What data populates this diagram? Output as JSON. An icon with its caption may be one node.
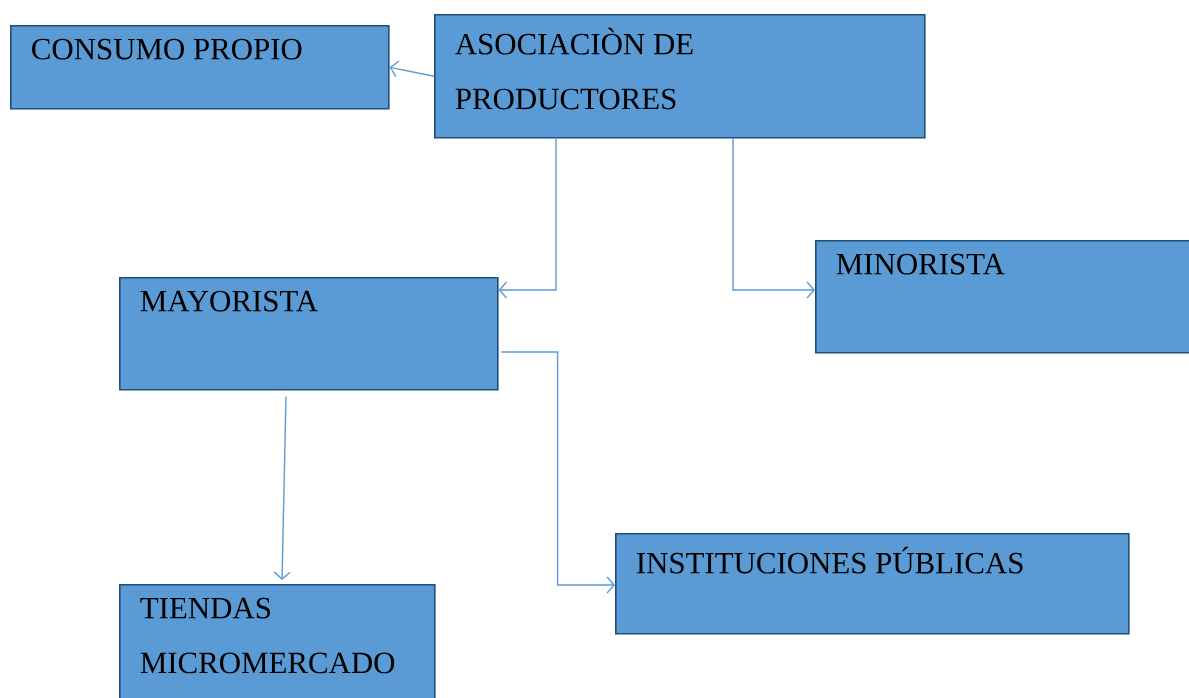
{
  "diagram": {
    "nodes": [
      {
        "text": [
          "ASOCIACIÒN DE PRODUCTORES"
        ]
      },
      {
        "text": [
          "CONSUMO PROPIO"
        ]
      },
      {
        "text": [
          "MAYORISTA"
        ]
      },
      {
        "text": [
          "MINORISTA"
        ]
      },
      {
        "text": [
          "INSTITUCIONES PÚBLICAS"
        ]
      },
      {
        "text": [
          "TIENDAS MICROMERCADO"
        ]
      }
    ],
    "edges": [
      {
        "from": 0,
        "to": 1,
        "arrow": "to"
      },
      {
        "from": 0,
        "to": 2,
        "arrow": "to"
      },
      {
        "from": 0,
        "to": 3,
        "arrow": "to"
      },
      {
        "from": 2,
        "to": 4,
        "arrow": "to"
      },
      {
        "from": 2,
        "to": 5,
        "arrow": "to"
      }
    ]
  }
}
